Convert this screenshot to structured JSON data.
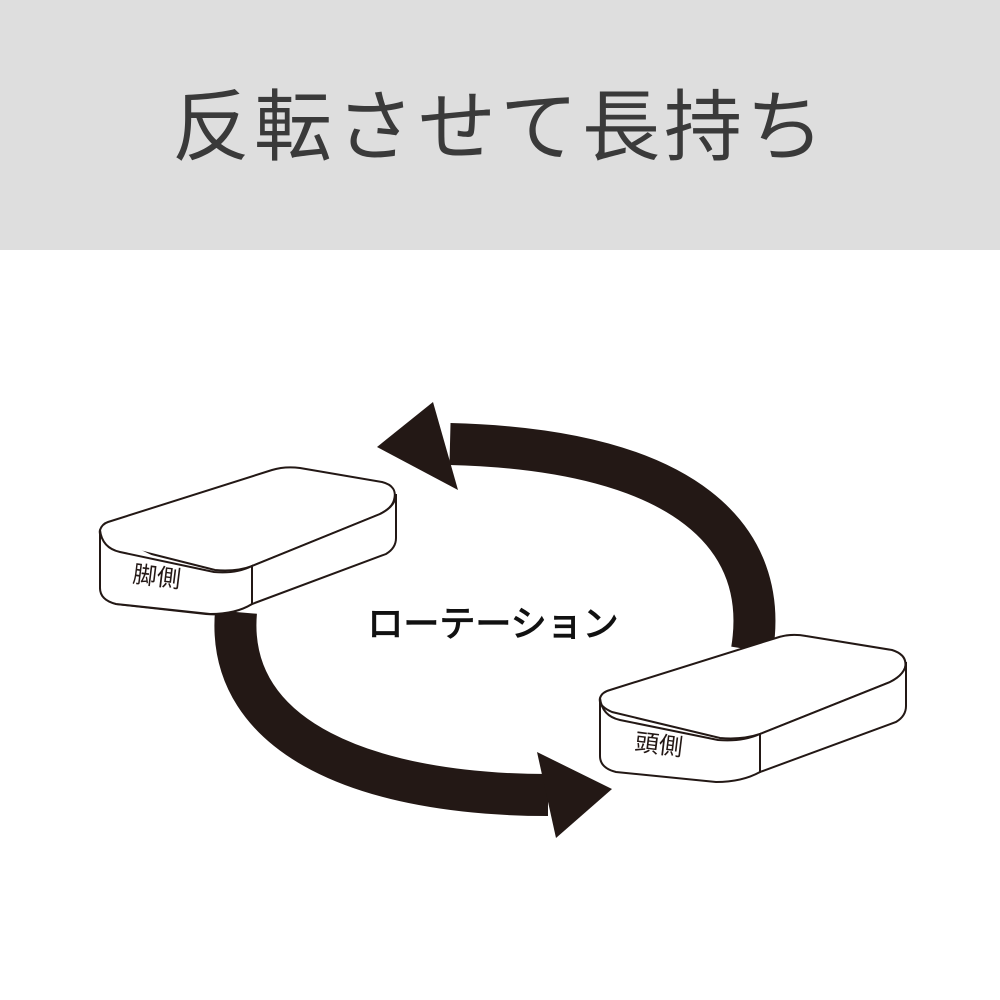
{
  "header": {
    "title": "反転させて長持ち"
  },
  "diagram": {
    "center_label": "ローテーション",
    "mattress_foot_label": "脚側",
    "mattress_head_label": "頭側"
  },
  "colors": {
    "header_background": "#dedede",
    "title_text": "#3a3a3a",
    "arrow": "#231815",
    "outline": "#231815",
    "page_background": "#ffffff"
  }
}
